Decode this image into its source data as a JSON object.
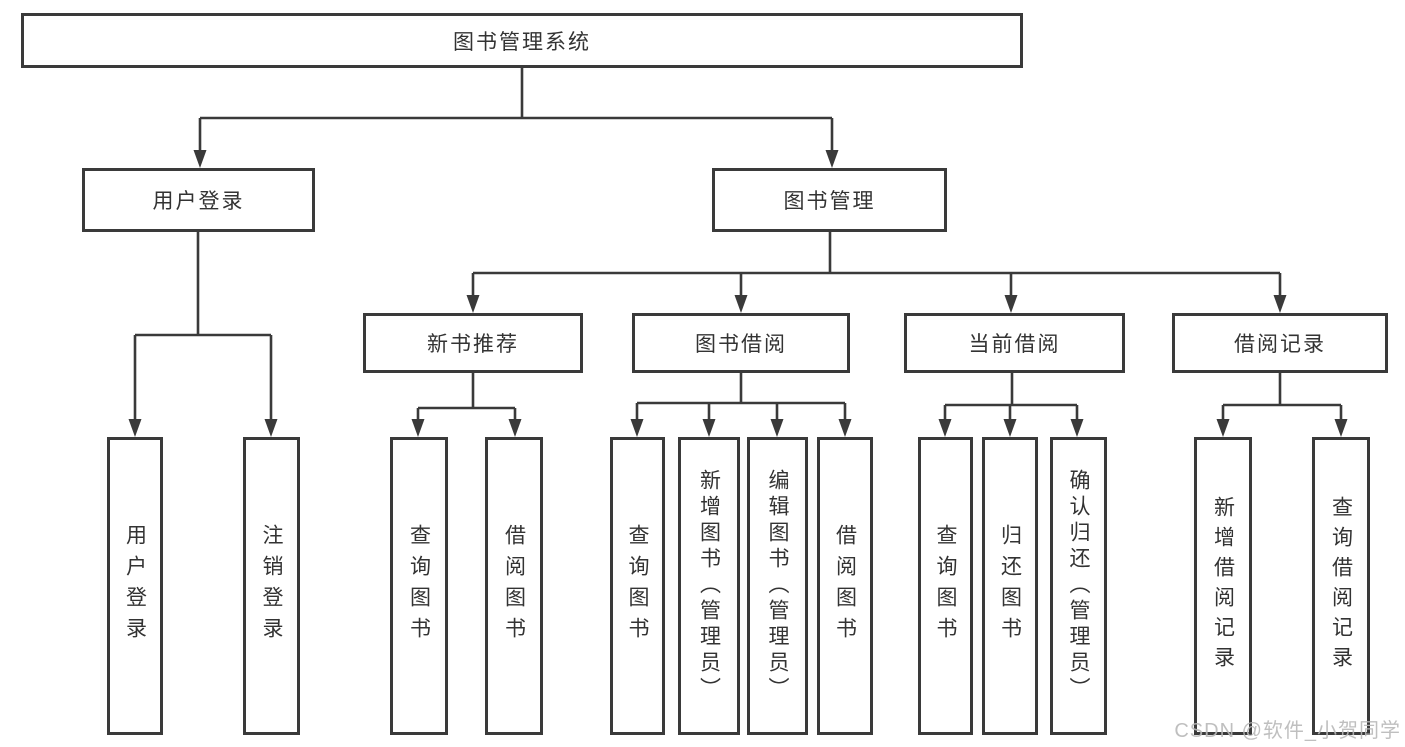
{
  "diagram": {
    "root": {
      "label": "图书管理系统"
    },
    "branches": [
      {
        "label": "用户登录",
        "children": [
          {
            "label": "用户登录"
          },
          {
            "label": "注销登录"
          }
        ]
      },
      {
        "label": "图书管理",
        "children": [
          {
            "label": "新书推荐",
            "children": [
              {
                "label": "查询图书"
              },
              {
                "label": "借阅图书"
              }
            ]
          },
          {
            "label": "图书借阅",
            "children": [
              {
                "label": "查询图书"
              },
              {
                "label": "新增图书（管理员）"
              },
              {
                "label": "编辑图书（管理员）"
              },
              {
                "label": "借阅图书"
              }
            ]
          },
          {
            "label": "当前借阅",
            "children": [
              {
                "label": "查询图书"
              },
              {
                "label": "归还图书"
              },
              {
                "label": "确认归还（管理员）"
              }
            ]
          },
          {
            "label": "借阅记录",
            "children": [
              {
                "label": "新增借阅记录"
              },
              {
                "label": "查询借阅记录"
              }
            ]
          }
        ]
      }
    ]
  },
  "watermark": {
    "text": "CSDN @软件_小贺同学"
  },
  "colors": {
    "line": "#3a3a3a",
    "text": "#333333",
    "watermark": "#b9b9b9",
    "background": "#ffffff"
  }
}
